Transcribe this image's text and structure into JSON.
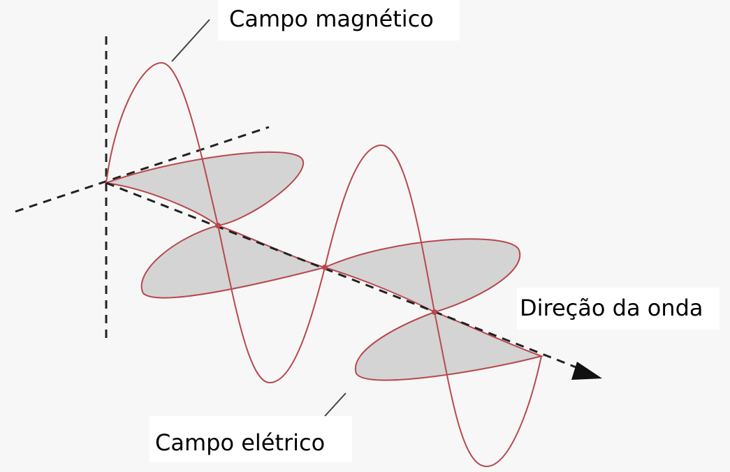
{
  "labels": {
    "magnetic_field": "Campo magnético",
    "electric_field": "Campo elétrico",
    "wave_direction": "Direção da onda"
  },
  "colors": {
    "field_stroke": "#b8484e",
    "lobe_fill": "#d4d4d4",
    "axis": "#222222",
    "background": "#ffffff"
  }
}
